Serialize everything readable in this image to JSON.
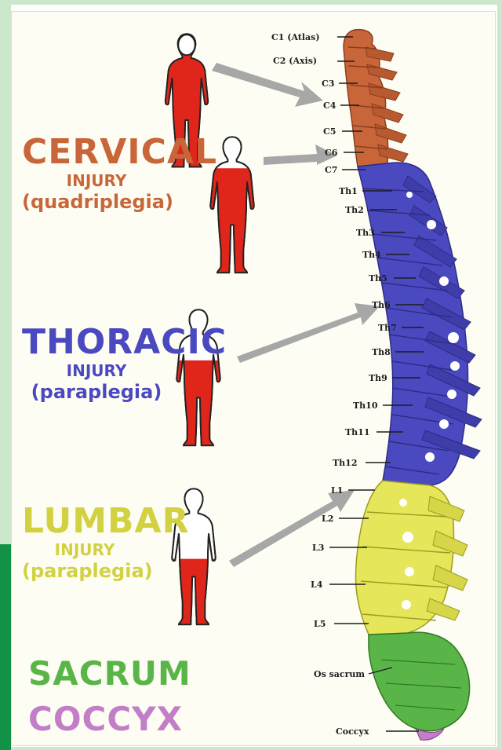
{
  "regions": {
    "cervical": {
      "title": "CERVICAL",
      "sub": "INJURY",
      "paren": "(quadriplegia)"
    },
    "thoracic": {
      "title": "THORACIC",
      "sub": "INJURY",
      "paren": "(paraplegia)"
    },
    "lumbar": {
      "title": "LUMBAR",
      "sub": "INJURY",
      "paren": "(paraplegia)"
    },
    "sacrum": "SACRUM",
    "coccyx": "COCCYX"
  },
  "vertebra_labels": {
    "c1": "C1 (Atlas)",
    "c2": "C2 (Axis)",
    "c3": "C3",
    "c4": "C4",
    "c5": "C5",
    "c6": "C6",
    "c7": "C7",
    "th1": "Th1",
    "th2": "Th2",
    "th3": "Th3",
    "th4": "Th4",
    "th5": "Th5",
    "th6": "Th6",
    "th7": "Th7",
    "th8": "Th8",
    "th9": "Th9",
    "th10": "Th10",
    "th11": "Th11",
    "th12": "Th12",
    "l1": "L1",
    "l2": "L2",
    "l3": "L3",
    "l4": "L4",
    "l5": "L5",
    "os_sacrum": "Os sacrum",
    "coccyx": "Coccyx"
  },
  "colors": {
    "cervical": "#c8663a",
    "thoracic": "#4b49c0",
    "lumbar": "#e6e65a",
    "sacrum": "#5ab548",
    "coccyx": "#c27ec6",
    "paralysis": "#e0261b",
    "arrow": "#a7a7a7",
    "frame": "#cbe8cb",
    "accent_bar": "#129246"
  },
  "figures": [
    {
      "id": "figure-cervical-high",
      "paralysis": "full body"
    },
    {
      "id": "figure-cervical-low",
      "paralysis": "below shoulders"
    },
    {
      "id": "figure-thoracic",
      "paralysis": "below chest"
    },
    {
      "id": "figure-lumbar",
      "paralysis": "below hips"
    }
  ]
}
